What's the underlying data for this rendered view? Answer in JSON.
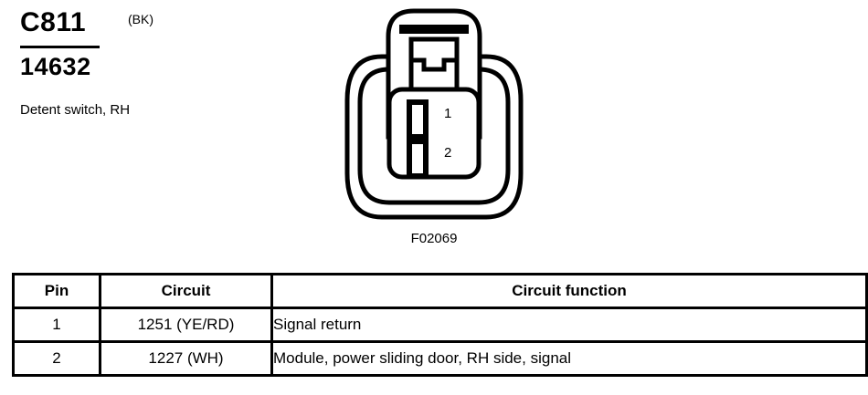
{
  "connector": {
    "id": "C811",
    "color_code": "(BK)",
    "part_number": "14632",
    "description": "Detent switch, RH",
    "figure_code": "F02069",
    "pin_labels": [
      "1",
      "2"
    ]
  },
  "pin_table": {
    "headers": [
      "Pin",
      "Circuit",
      "Circuit function"
    ],
    "rows": [
      {
        "pin": "1",
        "circuit": "1251 (YE/RD)",
        "function": "Signal return"
      },
      {
        "pin": "2",
        "circuit": "1227 (WH)",
        "function": "Module, power sliding door, RH side, signal"
      }
    ]
  },
  "colors": {
    "ink": "#000000",
    "paper": "#ffffff"
  }
}
